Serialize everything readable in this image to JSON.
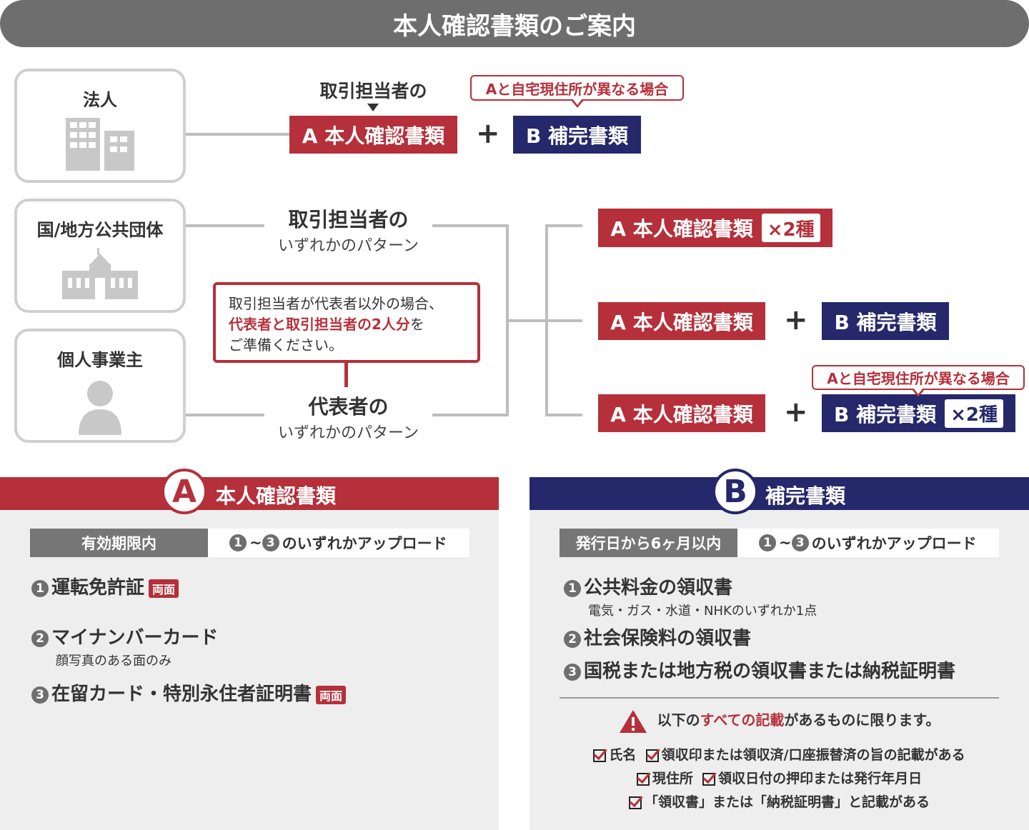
{
  "title": "本人確認書類のご案内",
  "entities": {
    "corporate": "法人",
    "government": "国/地方公共団体",
    "sole_proprietor": "個人事業主"
  },
  "corporate_flow": {
    "label": "取引担当者の",
    "doc_a": "A 本人確認書類",
    "plus": "+",
    "doc_b": "B 補完書類",
    "callout": "Aと自宅現住所が異なる場合"
  },
  "patterns": {
    "agent_title": "取引担当者の",
    "agent_sub": "いずれかのパターン",
    "rep_title": "代表者の",
    "rep_sub": "いずれかのパターン",
    "note_line1": "取引担当者が代表者以外の場合、",
    "note_red": "代表者と取引担当者の2人分",
    "note_after": "を",
    "note_line3": "ご準備ください。",
    "opt1_a": "A 本人確認書類",
    "opt1_badge": "×2種",
    "opt2_a": "A 本人確認書類",
    "opt2_plus": "+",
    "opt2_b": "B 補完書類",
    "opt3_a": "A 本人確認書類",
    "opt3_plus": "+",
    "opt3_b": "B 補完書類",
    "opt3_badge": "×2種",
    "opt3_callout": "Aと自宅現住所が異なる場合"
  },
  "panel_a": {
    "letter": "A",
    "title": "本人確認書類",
    "cond_label": "有効期限内",
    "cond_text": "のいずれかアップロード",
    "n1": "1",
    "tilde": "~",
    "n3": "3",
    "items": [
      {
        "num": "1",
        "label": "運転免許証",
        "tag": "両面"
      },
      {
        "num": "2",
        "label": "マイナンバーカード",
        "sub": "顔写真のある面のみ"
      },
      {
        "num": "3",
        "label": "在留カード・特別永住者証明書",
        "tag": "両面"
      }
    ]
  },
  "panel_b": {
    "letter": "B",
    "title": "補完書類",
    "cond_label": "発行日から6ヶ月以内",
    "cond_text": "のいずれかアップロード",
    "n1": "1",
    "tilde": "~",
    "n3": "3",
    "items": [
      {
        "num": "1",
        "label": "公共料金の領収書",
        "sub": "電気・ガス・水道・NHKのいずれか1点"
      },
      {
        "num": "2",
        "label": "社会保険料の領収書"
      },
      {
        "num": "3",
        "label": "国税または地方税の領収書または納税証明書"
      }
    ],
    "warning_pre": "以下の",
    "warning_red": "すべての記載",
    "warning_post": "があるものに限ります。",
    "checks": [
      "氏名",
      "領収印または領収済/口座振替済の旨の記載がある",
      "現住所",
      "領収日付の押印または発行年月日",
      "「領収書」または「納税証明書」と記載がある"
    ]
  },
  "colors": {
    "red": "#b5303a",
    "navy": "#25286a",
    "gray": "#6e6e6e"
  }
}
